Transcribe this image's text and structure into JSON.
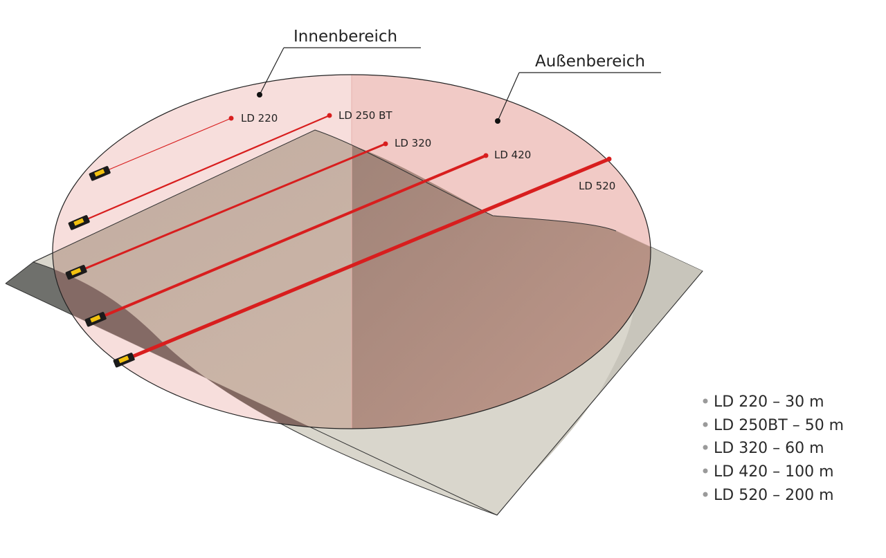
{
  "zones": {
    "inner": "Innenbereich",
    "outer": "Außenbereich"
  },
  "devices": [
    {
      "label": "LD 220",
      "range_m": 30
    },
    {
      "label": "LD 250 BT",
      "range_m": 50
    },
    {
      "label": "LD 320",
      "range_m": 60
    },
    {
      "label": "LD 420",
      "range_m": 100
    },
    {
      "label": "LD 520",
      "range_m": 200
    }
  ],
  "legend": [
    "LD 220 – 30 m",
    "LD 250BT – 50 m",
    "LD 320 – 60 m",
    "LD 420 – 100 m",
    "LD 520 – 200 m"
  ],
  "colors": {
    "laser": "#d81e1e",
    "disc_inner": "#f6d8d6",
    "disc_outer": "#eec1bc",
    "plane": "#d9d6cc",
    "plane_shadow": "#6f706c",
    "device_body": "#1b1b1b",
    "device_display": "#f2c10f"
  }
}
